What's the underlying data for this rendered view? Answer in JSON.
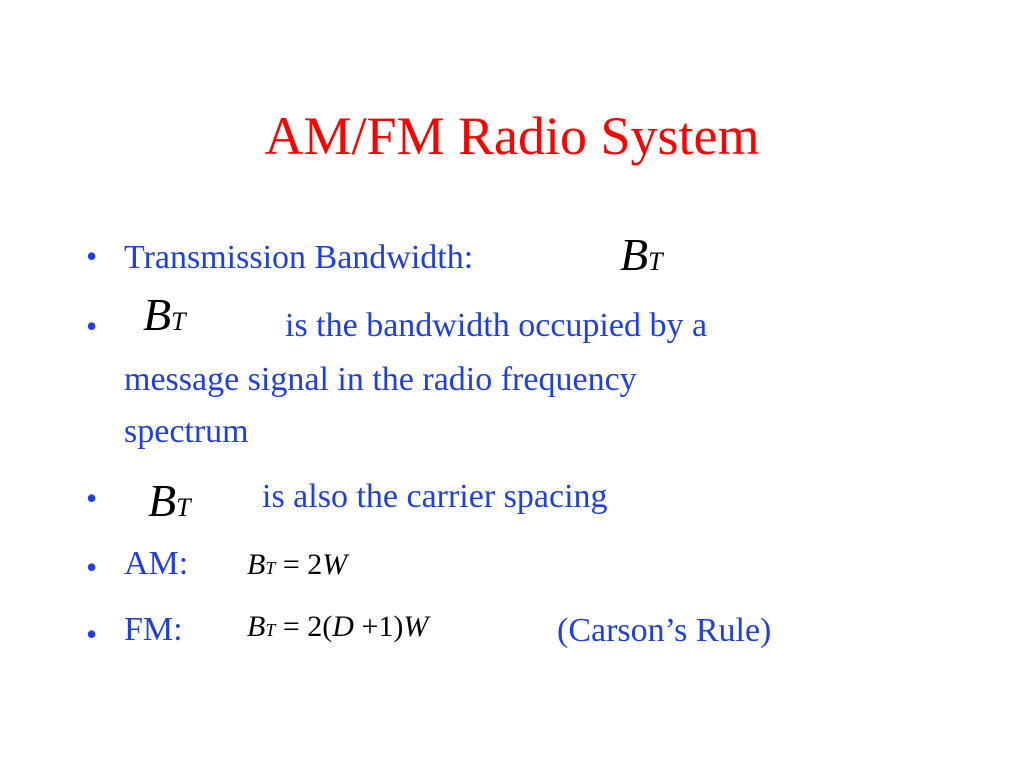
{
  "slide": {
    "title": "AM/FM Radio System",
    "colors": {
      "title": "#ff0000",
      "body_text": "#1f3fe0",
      "math": "#000000",
      "background": "#ffffff"
    },
    "bullet_glyph": "•",
    "items": [
      {
        "label": "Transmission Bandwidth:",
        "symbol": {
          "var": "B",
          "sub": "T"
        }
      },
      {
        "symbol": {
          "var": "B",
          "sub": "T"
        },
        "lines": [
          "is the bandwidth occupied by a",
          "message signal in the radio frequency",
          "spectrum"
        ]
      },
      {
        "symbol": {
          "var": "B",
          "sub": "T"
        },
        "text": "is also the carrier spacing"
      },
      {
        "label": "AM:",
        "formula": {
          "lhs_var": "B",
          "lhs_sub": "T",
          "equals": "=",
          "rhs_coef": "2",
          "rhs_var": "W"
        }
      },
      {
        "label": "FM:",
        "formula": {
          "lhs_var": "B",
          "lhs_sub": "T",
          "equals": "=",
          "rhs_prefix": "2(",
          "rhs_var1": "D",
          "rhs_plus": "+",
          "rhs_one": "1)",
          "rhs_var2": "W"
        },
        "note": "(Carson’s Rule)"
      }
    ]
  }
}
